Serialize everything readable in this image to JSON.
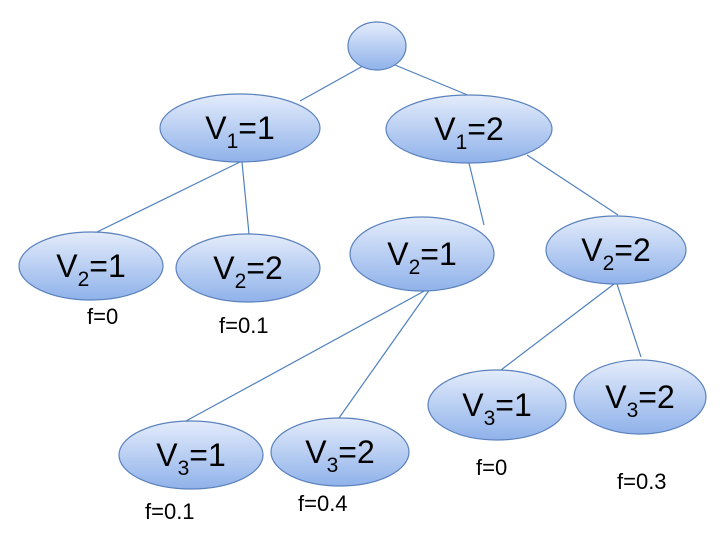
{
  "colors": {
    "node_fill_top": "#e4ecfb",
    "node_fill_bottom": "#8fb2ea",
    "node_stroke": "#5b82bd",
    "edge": "#4f81bd"
  },
  "nodes": [
    {
      "id": "root",
      "var": "",
      "sub": "",
      "val": ""
    },
    {
      "id": "a1",
      "var": "V",
      "sub": "1",
      "val": "=1"
    },
    {
      "id": "a2",
      "var": "V",
      "sub": "1",
      "val": "=2"
    },
    {
      "id": "b1",
      "var": "V",
      "sub": "2",
      "val": "=1"
    },
    {
      "id": "b2",
      "var": "V",
      "sub": "2",
      "val": "=2"
    },
    {
      "id": "c1",
      "var": "V",
      "sub": "2",
      "val": "=1"
    },
    {
      "id": "c2",
      "var": "V",
      "sub": "2",
      "val": "=2"
    },
    {
      "id": "d1",
      "var": "V",
      "sub": "3",
      "val": "=1"
    },
    {
      "id": "d2",
      "var": "V",
      "sub": "3",
      "val": "=2"
    },
    {
      "id": "e1",
      "var": "V",
      "sub": "3",
      "val": "=1"
    },
    {
      "id": "e2",
      "var": "V",
      "sub": "3",
      "val": "=2"
    }
  ],
  "edges": [
    [
      "root",
      "a1"
    ],
    [
      "root",
      "a2"
    ],
    [
      "a1",
      "b1"
    ],
    [
      "a1",
      "b2"
    ],
    [
      "a2",
      "c1"
    ],
    [
      "a2",
      "c2"
    ],
    [
      "c1",
      "d1"
    ],
    [
      "c1",
      "d2"
    ],
    [
      "c2",
      "e1"
    ],
    [
      "c2",
      "e2"
    ]
  ],
  "f_labels": [
    {
      "node": "b1",
      "text": "f=0"
    },
    {
      "node": "b2",
      "text": "f=0.1"
    },
    {
      "node": "d1",
      "text": "f=0.1"
    },
    {
      "node": "d2",
      "text": "f=0.4"
    },
    {
      "node": "e1",
      "text": "f=0"
    },
    {
      "node": "e2",
      "text": "f=0.3"
    }
  ]
}
